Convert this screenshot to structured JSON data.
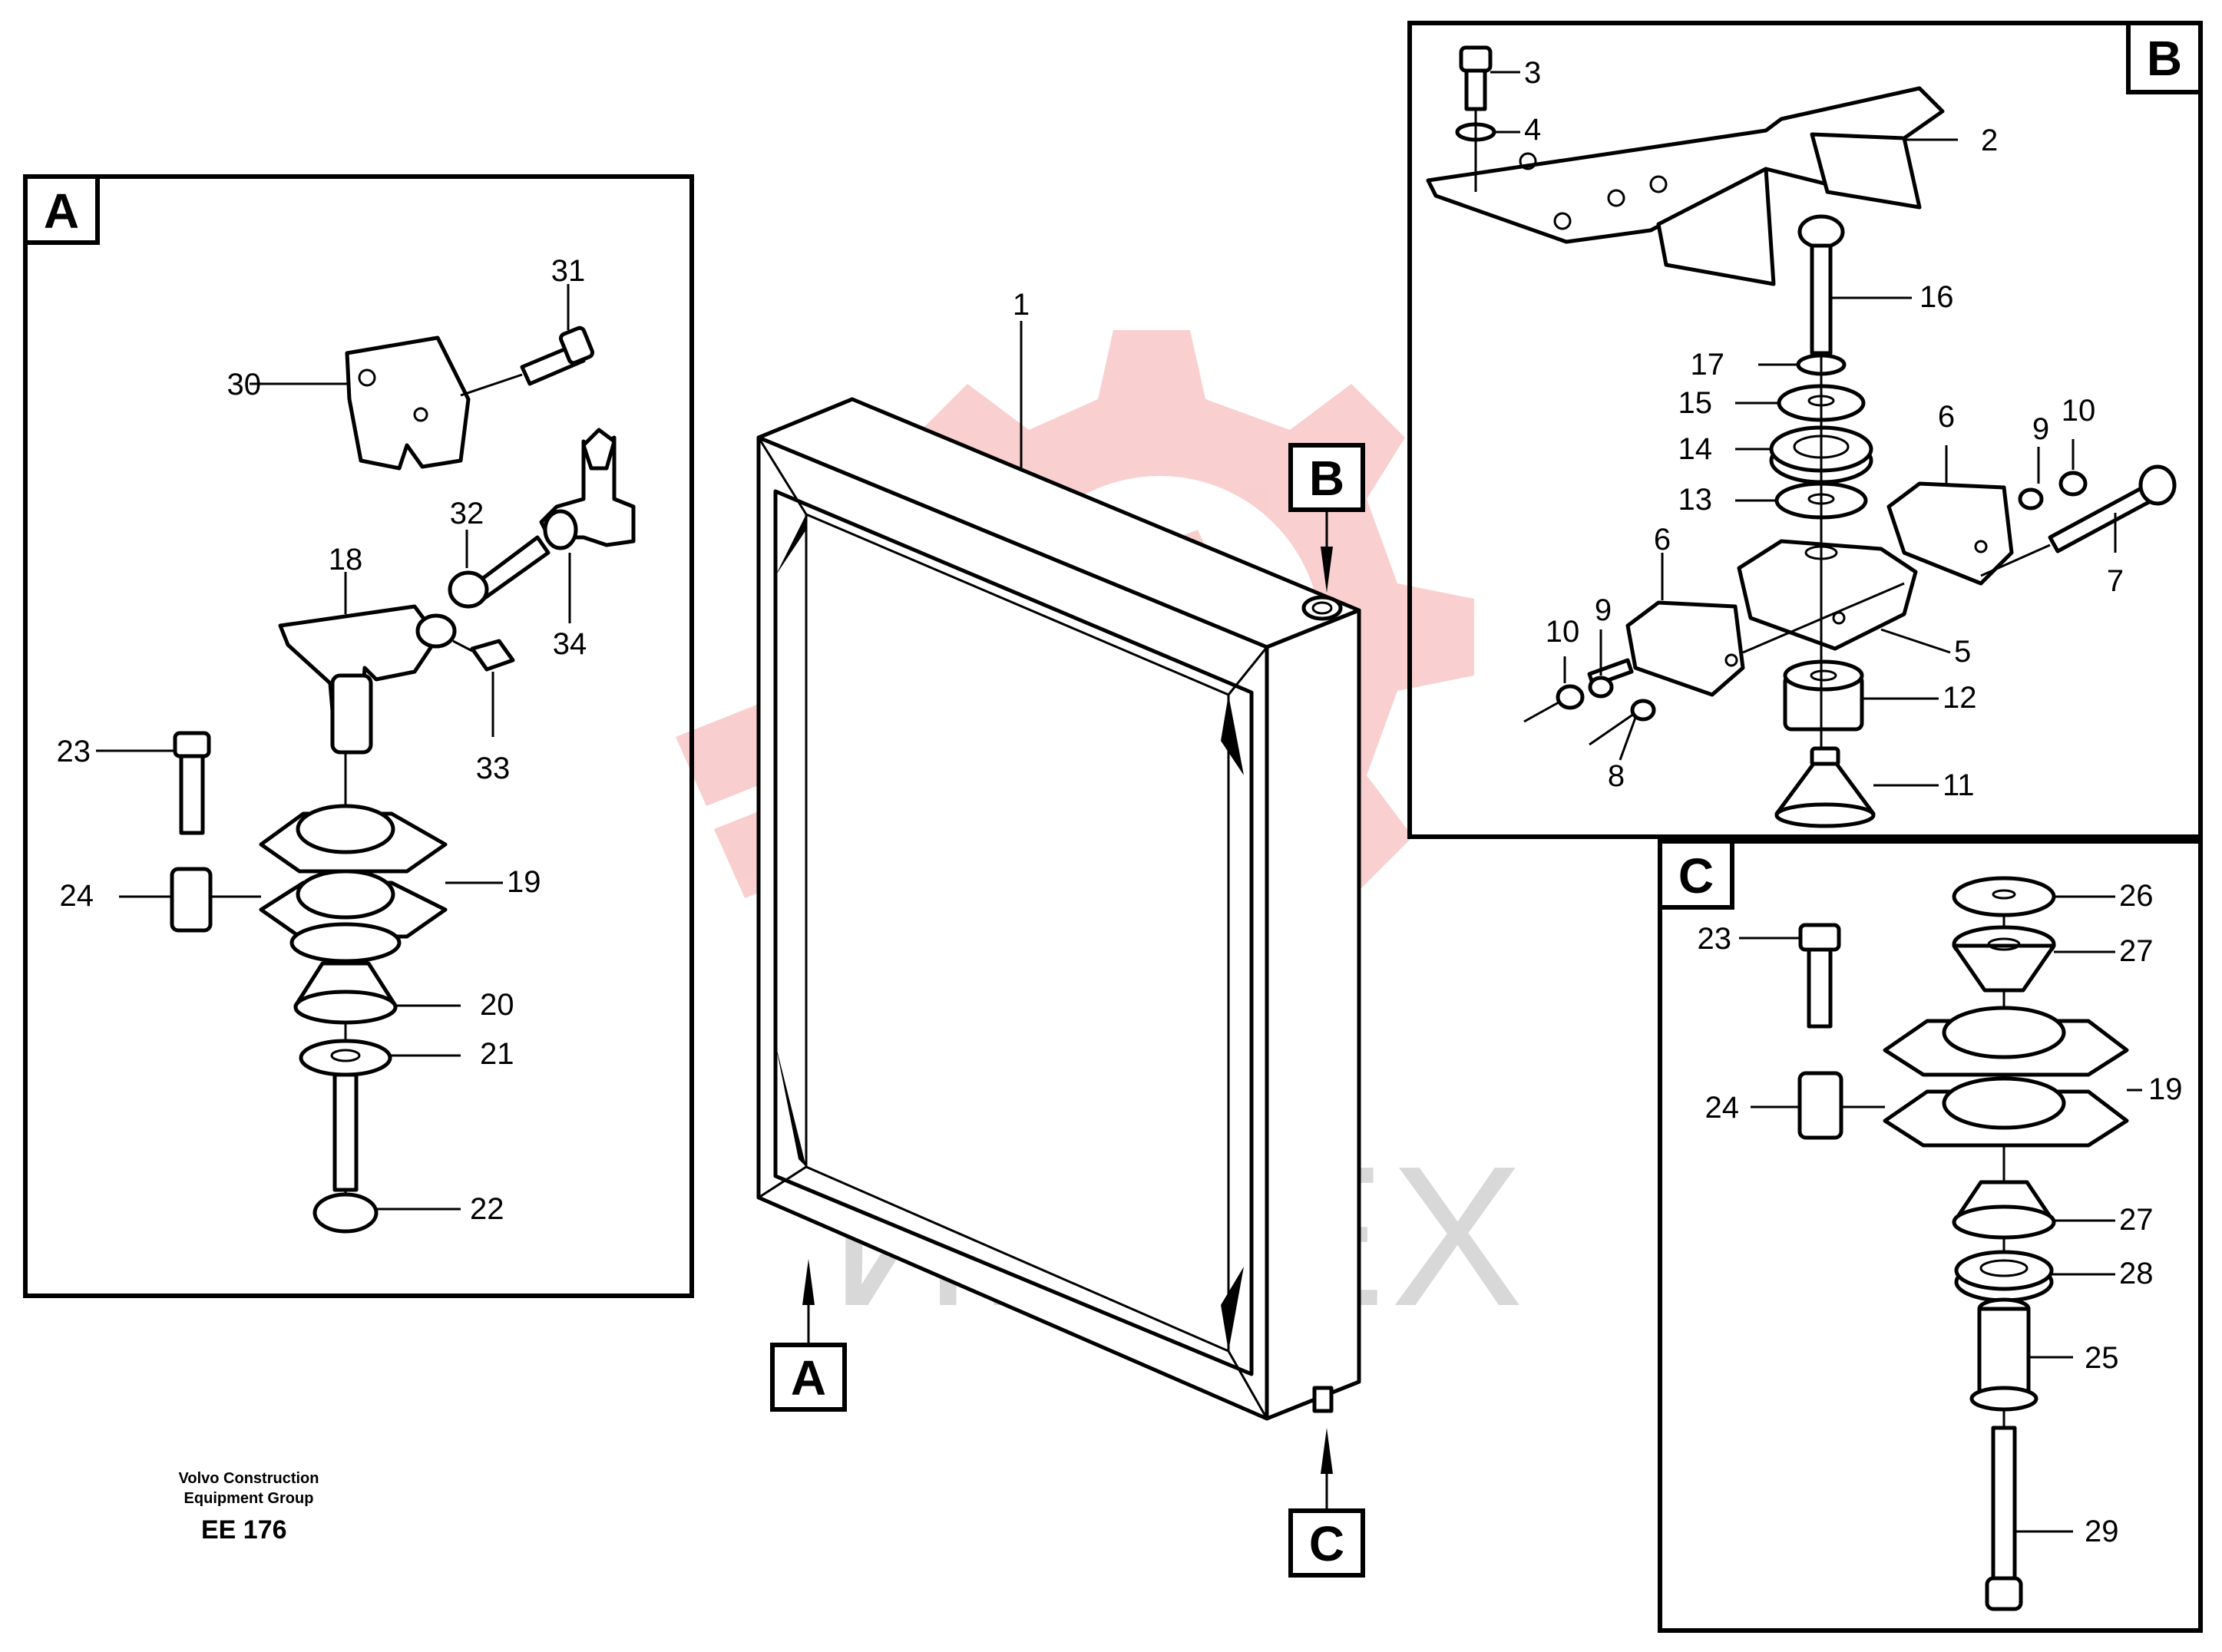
{
  "watermark": {
    "text": "ИНТЕХ",
    "color": "#f4a7a7"
  },
  "footer": {
    "company_line1": "Volvo Construction",
    "company_line2": "Equipment Group",
    "code": "EE 176"
  },
  "detail_boxes": {
    "a": "A",
    "b": "B",
    "c": "C"
  },
  "callouts": {
    "main": {
      "p1": "1",
      "refA": "A",
      "refB": "B",
      "refC": "C"
    },
    "a": {
      "p30": "30",
      "p31": "31",
      "p32": "32",
      "p34": "34",
      "p18": "18",
      "p33": "33",
      "p23": "23",
      "p24": "24",
      "p19": "19",
      "p20": "20",
      "p21": "21",
      "p22": "22"
    },
    "b": {
      "p3": "3",
      "p4": "4",
      "p2": "2",
      "p16": "16",
      "p17": "17",
      "p15": "15",
      "p14": "14",
      "p13": "13",
      "p6a": "6",
      "p6b": "6",
      "p9a": "9",
      "p10a": "10",
      "p7": "7",
      "p5": "5",
      "p10b": "10",
      "p9b": "9",
      "p12": "12",
      "p8": "8",
      "p11": "11"
    },
    "c": {
      "p26": "26",
      "p27a": "27",
      "p23": "23",
      "p19": "19",
      "p24": "24",
      "p27b": "27",
      "p28": "28",
      "p25": "25",
      "p29": "29"
    }
  }
}
